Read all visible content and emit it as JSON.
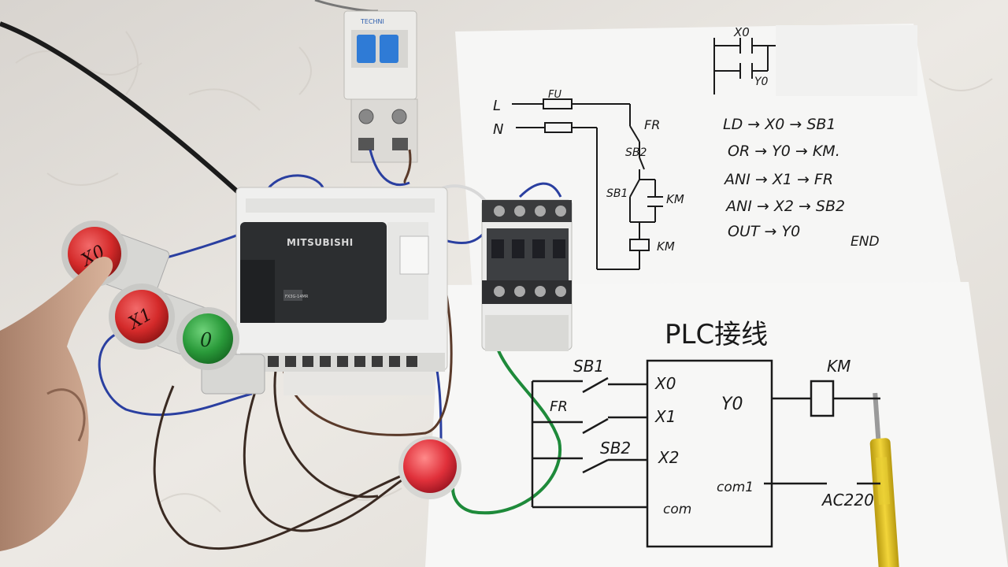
{
  "plc": {
    "brand": "MITSUBISHI",
    "model_text": "FX3G-14MR"
  },
  "breaker": {
    "brand": "TECHNI"
  },
  "buttons": [
    {
      "mark": "X0",
      "color": "#d42a2a"
    },
    {
      "mark": "X1",
      "color": "#d42a2a"
    },
    {
      "mark": "0",
      "color": "#2a9a3a"
    }
  ],
  "indicator_lamp": {
    "color": "#e0303a"
  },
  "sheet_top": {
    "ladder": {
      "contact1": "X0",
      "contact2": "Y0"
    },
    "circuit": {
      "line_l": "L",
      "line_n": "N",
      "fuse": "FU",
      "fr": "FR",
      "sb2": "SB2",
      "sb1": "SB1",
      "km_contact": "KM",
      "km_coil": "KM"
    },
    "instructions": [
      "LD → X0 → SB1",
      "OR → Y0 → KM.",
      "ANI → X1 → FR",
      "ANI → X2 → SB2",
      "OUT → Y0"
    ],
    "end": "END"
  },
  "sheet_bottom": {
    "title": "PLC接线",
    "inputs": [
      {
        "switch": "SB1",
        "terminal": "X0"
      },
      {
        "switch": "FR",
        "terminal": "X1"
      },
      {
        "switch": "SB2",
        "terminal": "X2"
      }
    ],
    "com": "com",
    "output": "Y0",
    "com1": "com1",
    "coil": "KM",
    "supply": "AC220"
  }
}
